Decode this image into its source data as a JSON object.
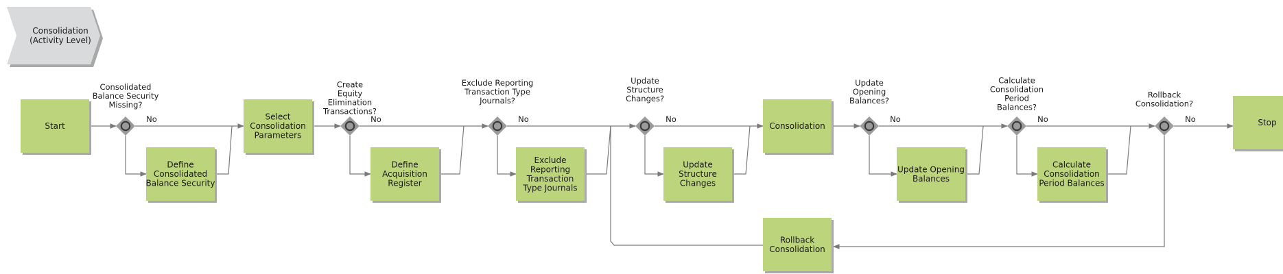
{
  "header": {
    "lines": [
      "Consolidation",
      "(Activity Level)"
    ]
  },
  "colors": {
    "box_fill": "#bcd47c",
    "box_shadow": "#a9a9a9",
    "gateway_outer": "#9b9b9b",
    "gateway_inner": "#3c3c3c",
    "header_fill": "#d9dadb",
    "edge": "#7a7a7a"
  },
  "nodes": {
    "start": {
      "lines": [
        "Start"
      ]
    },
    "define_security": {
      "lines": [
        "Define",
        "Consolidated",
        "Balance Security"
      ]
    },
    "select_params": {
      "lines": [
        "Select",
        "Consolidation",
        "Parameters"
      ]
    },
    "define_acquisition": {
      "lines": [
        "Define",
        "Acquisition",
        "Register"
      ]
    },
    "exclude_journals": {
      "lines": [
        "Exclude",
        "Reporting",
        "Transaction",
        "Type Journals"
      ]
    },
    "update_structure": {
      "lines": [
        "Update",
        "Structure",
        "Changes"
      ]
    },
    "consolidation": {
      "lines": [
        "Consolidation"
      ]
    },
    "update_opening": {
      "lines": [
        "Update Opening",
        "Balances"
      ]
    },
    "calc_period": {
      "lines": [
        "Calculate",
        "Consolidation",
        "Period Balances"
      ]
    },
    "rollback": {
      "lines": [
        "Rollback",
        "Consolidation"
      ]
    },
    "stop": {
      "lines": [
        "Stop"
      ]
    }
  },
  "gateways": {
    "g1": {
      "question": [
        "Consolidated",
        "Balance Security",
        "Missing?"
      ],
      "no_label": "No"
    },
    "g2": {
      "question": [
        "Create",
        "Equity",
        "Elimination",
        "Transactions?"
      ],
      "no_label": "No"
    },
    "g3": {
      "question": [
        "Exclude Reporting",
        "Transaction Type",
        "Journals?"
      ],
      "no_label": "No"
    },
    "g4": {
      "question": [
        "Update",
        "Structure",
        "Changes?"
      ],
      "no_label": "No"
    },
    "g5": {
      "question": [
        "Update",
        "Opening",
        "Balances?"
      ],
      "no_label": "No"
    },
    "g6": {
      "question": [
        "Calculate",
        "Consolidation",
        "Period",
        "Balances?"
      ],
      "no_label": "No"
    },
    "g7": {
      "question": [
        "Rollback",
        "Consolidation?"
      ],
      "no_label": "No"
    }
  }
}
